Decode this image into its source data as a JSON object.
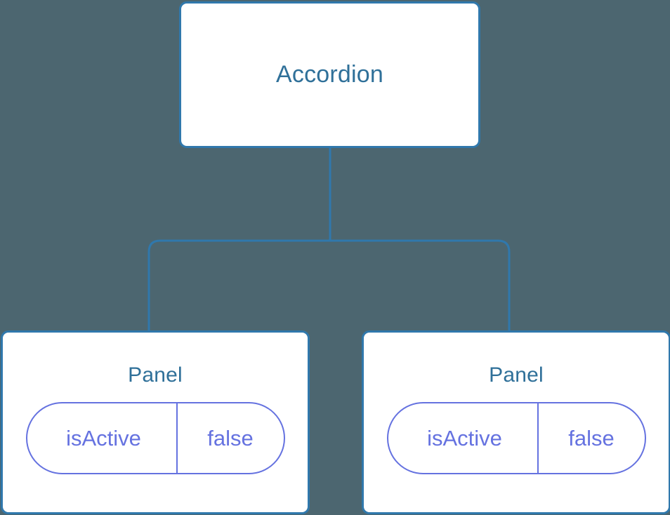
{
  "diagram": {
    "type": "component-tree",
    "background_color": "#4c6670",
    "node_border_color": "#3078ac",
    "node_fill_color": "#ffffff",
    "node_text_color": "#2f7099",
    "edge_color": "#3078ac",
    "prop_accent_color": "#6572e0",
    "root": {
      "label": "Accordion"
    },
    "children": [
      {
        "label": "Panel",
        "props": [
          {
            "key": "isActive",
            "value": "false"
          }
        ]
      },
      {
        "label": "Panel",
        "props": [
          {
            "key": "isActive",
            "value": "false"
          }
        ]
      }
    ]
  }
}
